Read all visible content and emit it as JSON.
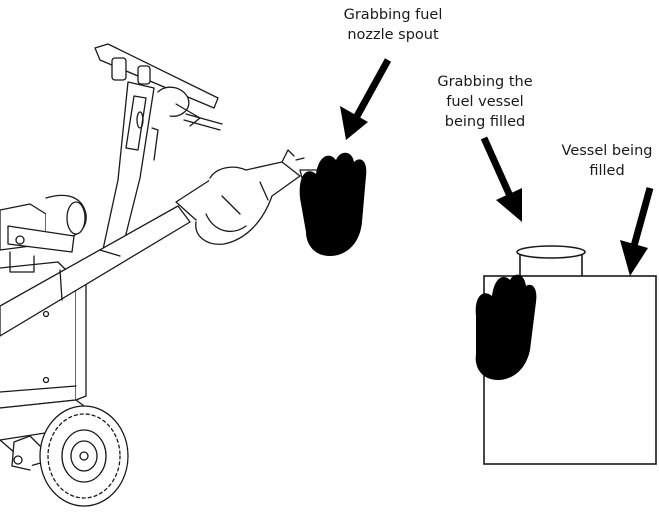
{
  "labels": {
    "nozzle": {
      "line1": "Grabbing fuel",
      "line2": "nozzle spout"
    },
    "vessel": {
      "line1": "Grabbing the",
      "line2": "fuel vessel",
      "line3": "being filled"
    },
    "being_filled": {
      "line1": "Vessel being",
      "line2": "filled"
    }
  },
  "colors": {
    "ink": "#1a1a1a",
    "hand": "#000000",
    "background": "#ffffff"
  }
}
